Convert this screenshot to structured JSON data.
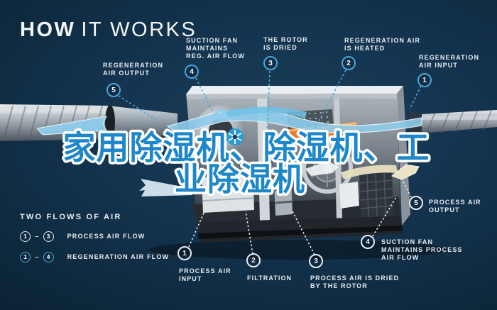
{
  "title": {
    "word_bold": "HOW",
    "word_light": "IT WORKS"
  },
  "headline": {
    "line1": "家用除湿机、除湿机、工",
    "line2": "业除湿机",
    "fill_color": "#1d87c9",
    "outline_color": "#ffffff"
  },
  "regeneration_labels": [
    {
      "num": "5",
      "lines": [
        "REGENERATION",
        "AIR OUTPUT",
        ""
      ]
    },
    {
      "num": "4",
      "lines": [
        "SUCTION FAN",
        "MAINTAINS",
        "REG. AIR FLOW"
      ]
    },
    {
      "num": "3",
      "lines": [
        "THE ROTOR",
        "IS DRIED",
        ""
      ]
    },
    {
      "num": "2",
      "lines": [
        "REGENERATION AIR",
        "IS HEATED",
        ""
      ]
    },
    {
      "num": "1",
      "lines": [
        "REGENERATION",
        "AIR INPUT",
        ""
      ]
    }
  ],
  "process_labels": [
    {
      "num": "1",
      "lines": [
        "PROCESS AIR",
        "INPUT",
        ""
      ]
    },
    {
      "num": "2",
      "lines": [
        "FILTRATION",
        "",
        ""
      ]
    },
    {
      "num": "3",
      "lines": [
        "PROCESS AIR IS DRIED",
        "BY THE ROTOR",
        ""
      ]
    },
    {
      "num": "4",
      "lines": [
        "SUCTION FAN",
        "MAINTAINS PROCESS",
        "AIR FLOW"
      ]
    },
    {
      "num": "5",
      "lines": [
        "PROCESS AIR",
        "OUTPUT",
        ""
      ]
    }
  ],
  "legend": {
    "title": "TWO FLOWS OF AIR",
    "rows": [
      {
        "from": "1",
        "dash": "–",
        "to": "3",
        "label": "PROCESS AIR FLOW",
        "style": "process"
      },
      {
        "from": "1",
        "dash": "–",
        "to": "4",
        "label": "REGENERATION AIR FLOW",
        "style": "regeneration"
      }
    ]
  },
  "colors": {
    "background_navy": "#0e2a3f",
    "accent_cyan": "#47a7db",
    "label_text": "#e8edf1",
    "headline_blue": "#1d87c9",
    "heater_orange": "#ee7c28",
    "flow_blue": "#8ecdec",
    "flow_cream": "#ece3c6"
  }
}
